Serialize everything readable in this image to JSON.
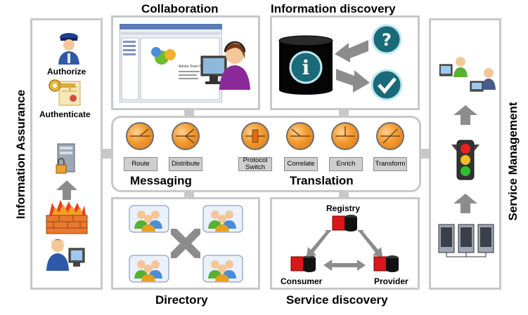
{
  "headings": {
    "collaboration": "Collaboration",
    "information_discovery": "Information discovery",
    "messaging": "Messaging",
    "translation": "Translation",
    "directory": "Directory",
    "service_discovery": "Service discovery",
    "information_assurance": "Information Assurance",
    "service_management": "Service Management"
  },
  "assurance": {
    "authorize": "Authorize",
    "authenticate": "Authenticate"
  },
  "messaging_nodes": [
    {
      "label": "Route"
    },
    {
      "label": "Distribute"
    }
  ],
  "translation_nodes": [
    {
      "label": "Protocol Switch"
    },
    {
      "label": "Correlate"
    },
    {
      "label": "Enrich"
    },
    {
      "label": "Transform"
    }
  ],
  "service_discovery": {
    "registry": "Registry",
    "consumer": "Consumer",
    "provider": "Provider"
  },
  "collaboration_window": {
    "title": "Adobe Team Post 3.0"
  },
  "colors": {
    "panel_border": "#c8c8c8",
    "node_orange": "#f39a2e",
    "arrow_gray": "#8c8c8c"
  }
}
